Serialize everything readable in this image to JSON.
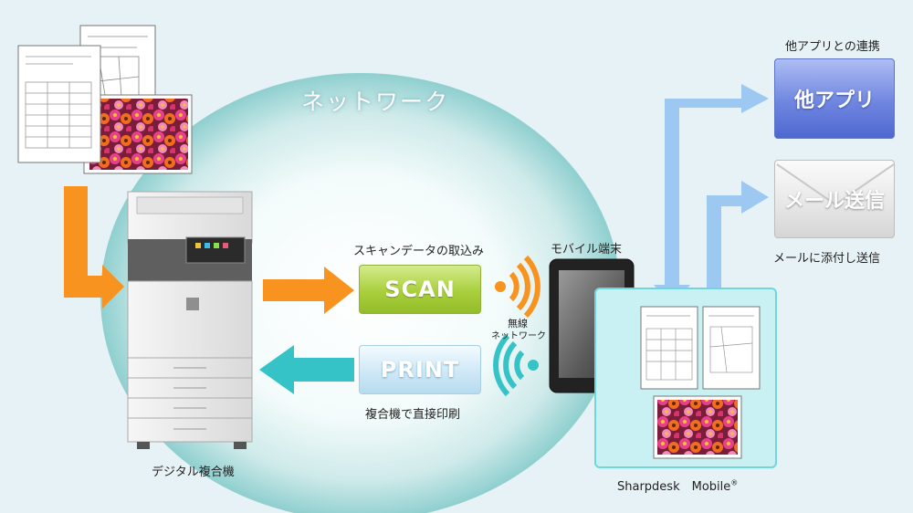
{
  "network": {
    "title": "ネットワーク"
  },
  "scan": {
    "heading": "スキャンデータの取込み",
    "button": "SCAN"
  },
  "print": {
    "button": "PRINT",
    "caption": "複合機で直接印刷"
  },
  "wireless": {
    "line1": "無線",
    "line2": "ネットワーク"
  },
  "mobile": {
    "label": "モバイル端末"
  },
  "mfp": {
    "label": "デジタル複合機"
  },
  "other_app": {
    "heading": "他アプリとの連携",
    "button": "他アプリ"
  },
  "mail": {
    "button": "メール送信",
    "caption": "メールに添付し送信"
  },
  "sharpdesk": {
    "label": "Sharpdesk　Mobile",
    "mark": "®"
  },
  "colors": {
    "background": "#e6f2f5",
    "network_glow": "#ffffff",
    "network_edge": "#8fcfcf",
    "scan_arrow": "#f7931e",
    "print_arrow": "#35c3c7",
    "app_arrow": "#9dc8f2",
    "scan_green": "#a9cf3c",
    "app_blue": "#6f86e0",
    "sharpdesk_area": "#c9f1f3"
  },
  "icons": [
    "document-icon",
    "map-document-icon",
    "flower-photo-icon",
    "multifunction-printer-icon",
    "tablet-icon",
    "wifi-signal-icon",
    "envelope-icon"
  ]
}
